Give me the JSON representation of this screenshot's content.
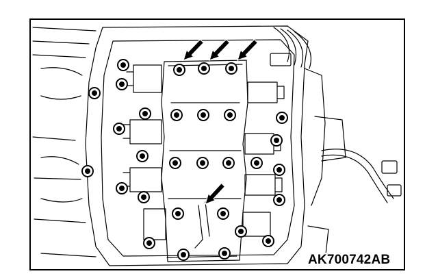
{
  "figure": {
    "code": "AK700742AB",
    "line_color": "#000000",
    "background_color": "#ffffff",
    "bolt_count": 30,
    "arrow_count": 4
  }
}
